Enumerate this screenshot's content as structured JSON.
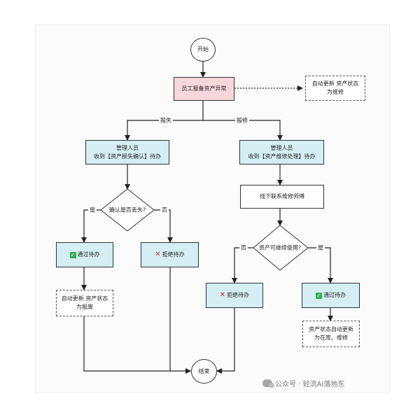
{
  "nodes": {
    "start": "开始",
    "report": "员工报备资产异常",
    "auto_update_top_line1": "自动更新 资产状态",
    "auto_update_top_line2": "为维修",
    "manager_left_line1": "管理人员",
    "manager_left_line2": "收到【资产损失确认】待办",
    "manager_right_line1": "管理人员",
    "manager_right_line2": "收到【资产维修处理】待办",
    "offline_repair": "线下联系维修师傅",
    "confirm_lost": "确认是否丢失?",
    "can_continue": "资产可继续使用?",
    "approve_left": "通过待办",
    "reject_left": "拒绝待办",
    "reject_right": "拒绝待办",
    "approve_right": "通过待办",
    "auto_scrap_line1": "自动更新 资产状态",
    "auto_scrap_line2": "为报废",
    "auto_instock_line1": "资产状态自动更新",
    "auto_instock_line2": "为在库、维修",
    "end": "结束"
  },
  "edges": {
    "lost": "报失",
    "repair": "报修",
    "yes_left": "是",
    "no_left": "否",
    "no_right": "否",
    "yes_right": "是"
  },
  "watermark": {
    "text": "公众号 · 轻流AI落地东"
  },
  "colors": {
    "pink": "#f8d7dc",
    "cyan": "#d4eef3",
    "check_green": "#2bb24c",
    "cross_red": "#d62b2b"
  },
  "icons": {
    "approve": "check-mark-icon",
    "reject": "cross-mark-icon",
    "watermark": "wechat-icon"
  }
}
